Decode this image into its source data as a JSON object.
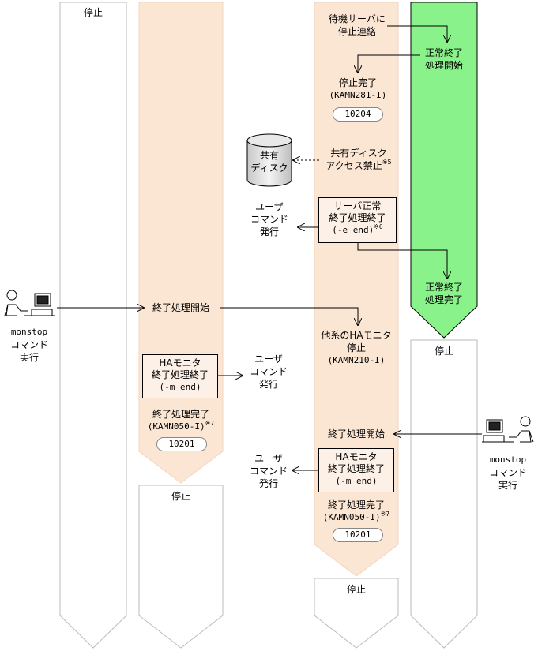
{
  "columns": {
    "col1_status": "停止",
    "col2_bottom_status": "停止",
    "col3_bottom_status": "停止",
    "col4_bottom_status": "停止"
  },
  "col3": {
    "notify_standby": [
      "待機サーバに",
      "停止連絡"
    ],
    "stop_complete": "停止完了",
    "stop_complete_code": "(KAMN281-I)",
    "stop_complete_pill": "10204",
    "shared_disk_ban": [
      "共有ディスク",
      "アクセス禁止"
    ],
    "shared_disk_ban_note": "※5",
    "server_end_box": [
      "サーバ正常",
      "終了処理終了"
    ],
    "server_end_option": "(-e end)",
    "server_end_note": "※6",
    "other_ha_stop": [
      "他系のHAモニタ",
      "停止"
    ],
    "other_ha_code": "(KAMN210-I)",
    "end_start": "終了処理開始",
    "ha_end_box": [
      "HAモニタ",
      "終了処理終了"
    ],
    "ha_end_option": "(-m end)",
    "end_complete": "終了処理完了",
    "end_complete_code": "(KAMN050-I)",
    "end_complete_note": "※7",
    "end_complete_pill": "10201"
  },
  "col4": {
    "normal_end_start": [
      "正常終了",
      "処理開始"
    ],
    "normal_end_complete": [
      "正常終了",
      "処理完了"
    ]
  },
  "col2": {
    "end_start": "終了処理開始",
    "ha_end_box": [
      "HAモニタ",
      "終了処理終了"
    ],
    "ha_end_option": "(-m end)",
    "end_complete": "終了処理完了",
    "end_complete_code": "(KAMN050-I)",
    "end_complete_note": "※7",
    "end_complete_pill": "10201"
  },
  "shared_disk": [
    "共有",
    "ディスク"
  ],
  "user_command": [
    "ユーザ",
    "コマンド",
    "発行"
  ],
  "left_operator": [
    "monstop",
    "コマンド",
    "実行"
  ],
  "right_operator": [
    "monstop",
    "コマンド",
    "実行"
  ],
  "colors": {
    "peach": "#fbe5d3",
    "green": "#8af28a",
    "arrow_outline": "#bbbbbb"
  }
}
